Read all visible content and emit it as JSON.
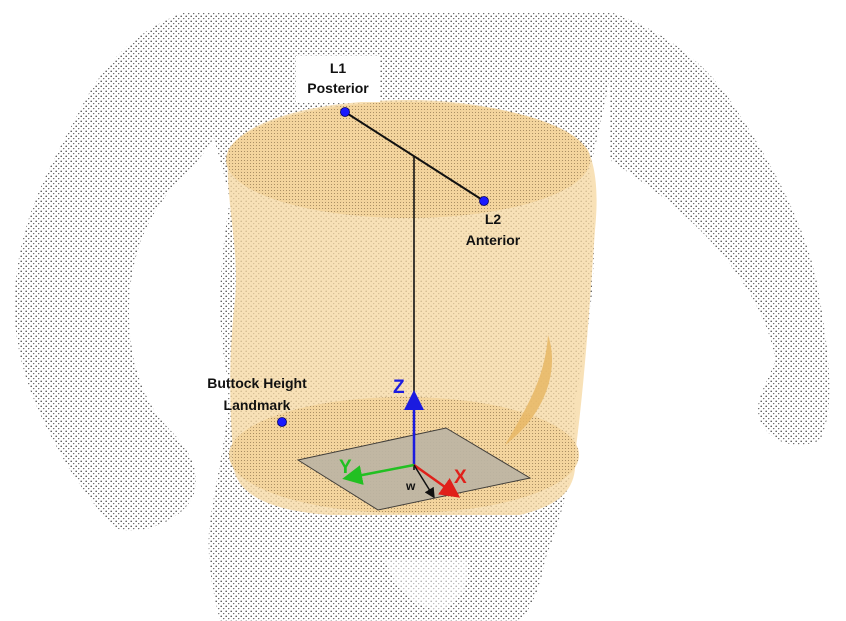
{
  "labels": {
    "l1_line1": "L1",
    "l1_line2": "Posterior",
    "l2_line1": "L2",
    "l2_line2": "Anterior",
    "buttock_line1": "Buttock Height",
    "buttock_line2": "Landmark"
  },
  "axes": {
    "z": "Z",
    "y": "Y",
    "x": "X",
    "w": "w"
  },
  "colors": {
    "band_fill": "#f6d9a3",
    "landmark_dot": "#1a1aff",
    "z_axis": "#1b1be0",
    "y_axis": "#22c022",
    "x_axis": "#e0201a",
    "w_vector": "#111111",
    "plane_fill": "#bdb5a4",
    "mesh": "#444444"
  },
  "icons": {
    "body": "point-cloud-human-torso",
    "landmark": "filled-circle"
  }
}
